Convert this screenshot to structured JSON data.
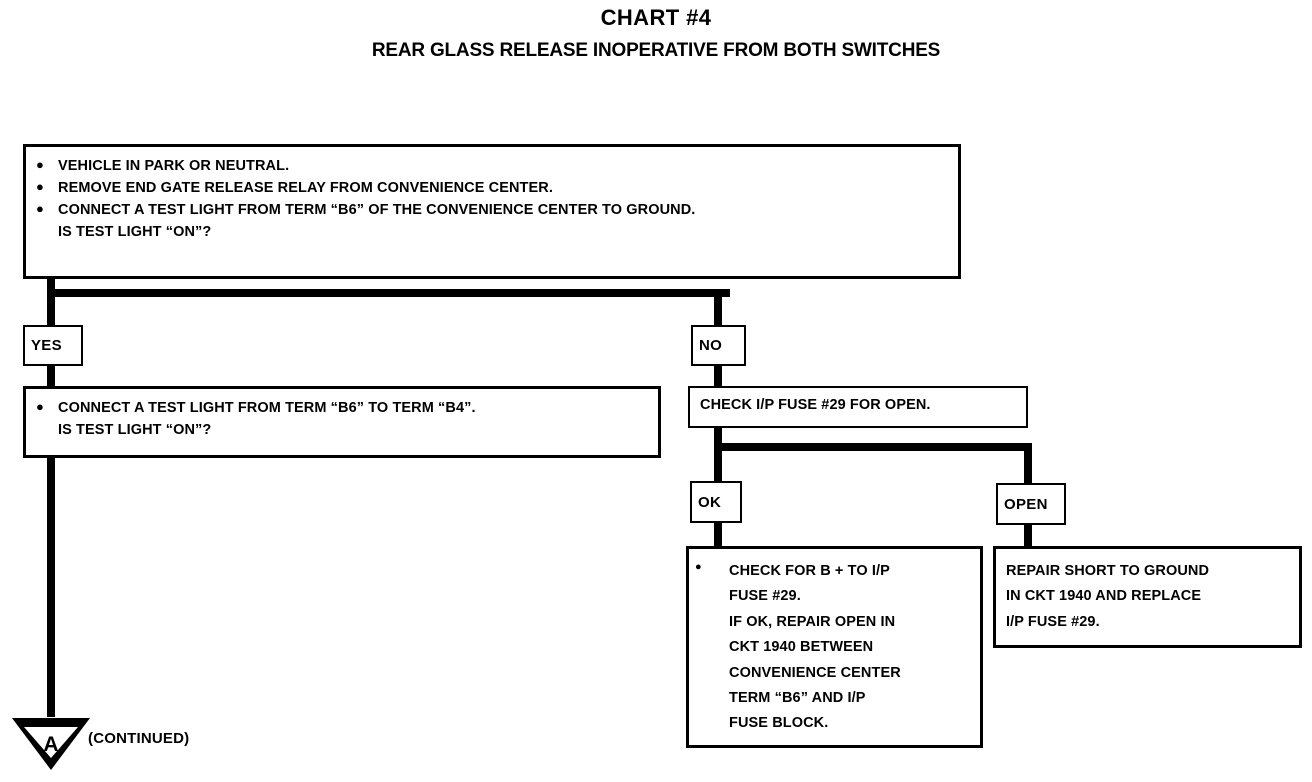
{
  "title": {
    "main": "CHART #4",
    "sub": "REAR GLASS RELEASE INOPERATIVE FROM BOTH SWITCHES"
  },
  "nodes": {
    "start_box": {
      "bullets": [
        "VEHICLE IN PARK OR NEUTRAL.",
        "REMOVE END GATE RELEASE RELAY FROM CONVENIENCE CENTER.",
        "CONNECT A TEST LIGHT FROM TERM “B6” OF THE CONVENIENCE CENTER TO GROUND.\nIS TEST LIGHT “ON”?"
      ]
    },
    "yes_label": "YES",
    "no_label": "NO",
    "ok_label": "OK",
    "open_label": "OPEN",
    "yes_box": {
      "bullets": [
        "CONNECT A TEST LIGHT FROM TERM “B6” TO TERM “B4”.\nIS TEST LIGHT “ON”?"
      ]
    },
    "no_box": {
      "text": "CHECK I/P FUSE #29 FOR OPEN."
    },
    "ok_box": {
      "bullets": [
        "CHECK FOR B +  TO I/P\nFUSE #29.\nIF OK, REPAIR OPEN IN\nCKT 1940 BETWEEN\nCONVENIENCE CENTER\nTERM “B6” AND I/P\nFUSE BLOCK."
      ]
    },
    "open_box": {
      "text": "REPAIR SHORT TO GROUND\nIN CKT 1940 AND REPLACE\nI/P FUSE #29."
    },
    "connector": {
      "letter": "A",
      "continued": "(CONTINUED)"
    }
  },
  "colors": {
    "ink": "#000000",
    "paper": "#ffffff"
  }
}
